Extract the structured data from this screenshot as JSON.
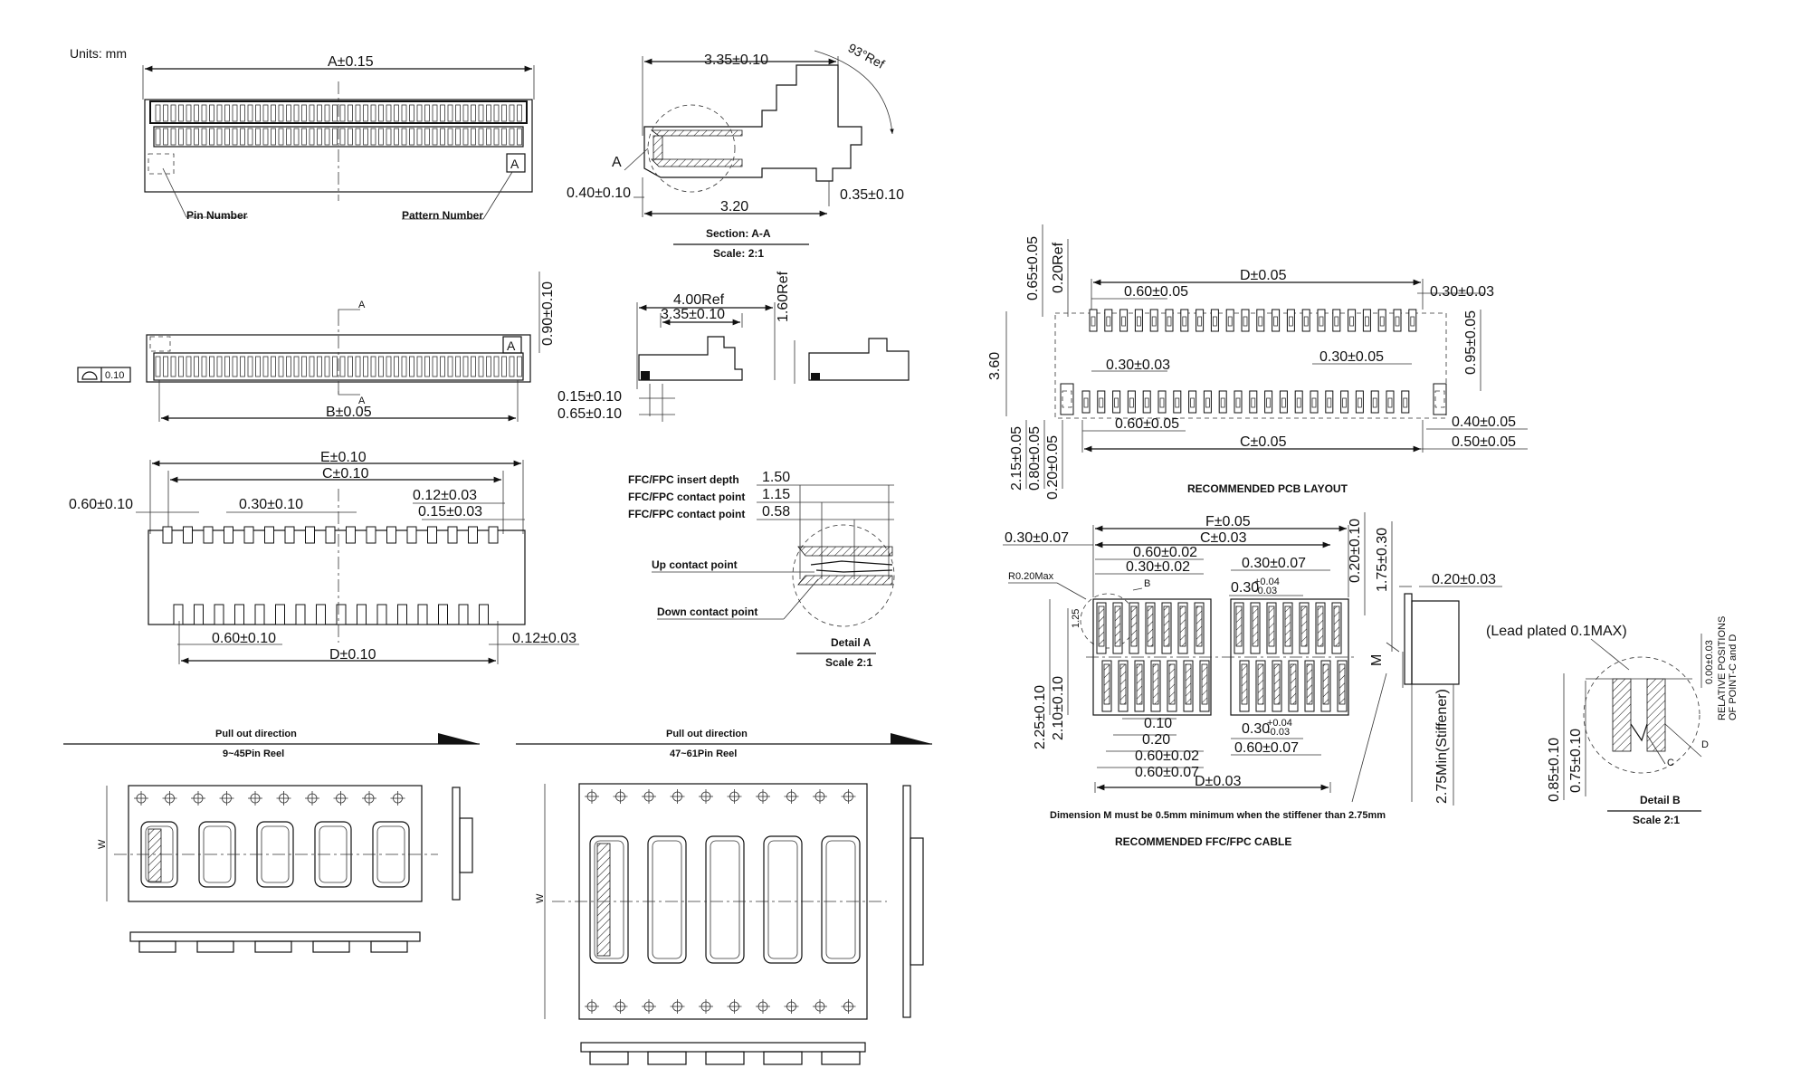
{
  "header": {
    "units": "Units: mm"
  },
  "front_view": {
    "dim_width": "A±0.15",
    "label_pin_number": "Pin Number",
    "label_pattern_number": "Pattern Number",
    "box_letter": "A"
  },
  "section_aa": {
    "dim_top": "3.35±0.10",
    "dim_angle": "93°Ref",
    "letter_a": "A",
    "dim_left": "0.40±0.10",
    "dim_right": "0.35±0.10",
    "dim_bottom": "3.20",
    "title": "Section: A-A",
    "scale": "Scale: 2:1"
  },
  "top_view": {
    "dim_height": "0.90±0.10",
    "section_mark_top": "A",
    "section_mark_bottom": "A",
    "box_letter": "A",
    "flatness": "0.10",
    "dim_width": "B±0.05"
  },
  "side_view": {
    "dim_ref": "4.00Ref",
    "dim_body": "3.35±0.10",
    "dim_height": "1.60Ref",
    "dim_a": "0.15±0.10",
    "dim_b": "0.65±0.10"
  },
  "bottom_view": {
    "dim_e": "E±0.10",
    "dim_c": "C±0.10",
    "dim_left": "0.60±0.10",
    "dim_pitch": "0.30±0.10",
    "dim_tab1": "0.12±0.03",
    "dim_tab2": "0.15±0.03",
    "dim_lower_pitch": "0.60±0.10",
    "dim_lower_tab": "0.12±0.03",
    "dim_d": "D±0.10"
  },
  "detail_a": {
    "label_insert": "FFC/FPC insert depth",
    "label_contact1": "FFC/FPC contact point",
    "label_contact2": "FFC/FPC contact point",
    "val_insert": "1.50",
    "val_contact1": "1.15",
    "val_contact2": "0.58",
    "label_up": "Up contact point",
    "label_down": "Down contact point",
    "title": "Detail A",
    "scale": "Scale 2:1"
  },
  "reel_small": {
    "direction": "Pull out direction",
    "title": "9~45Pin Reel",
    "w_label": "W"
  },
  "reel_large": {
    "direction": "Pull out direction",
    "title": "47~61Pin Reel",
    "w_label": "W"
  },
  "pcb_layout": {
    "dim_065": "0.65±0.05",
    "dim_020ref": "0.20Ref",
    "dim_d": "D±0.05",
    "dim_030_top": "0.30±0.03",
    "dim_060_top": "0.60±0.05",
    "dim_095": "0.95±0.05",
    "dim_360": "3.60",
    "dim_030_mid_left": "0.30±0.03",
    "dim_030_mid_right": "0.30±0.05",
    "dim_215": "2.15±0.05",
    "dim_080": "0.80±0.05",
    "dim_020": "0.20±0.05",
    "dim_060_bottom": "0.60±0.05",
    "dim_040": "0.40±0.05",
    "dim_c": "C±0.05",
    "dim_050": "0.50±0.05",
    "title": "RECOMMENDED PCB LAYOUT"
  },
  "ffc_cable": {
    "dim_f": "F±0.05",
    "dim_030_left": "0.30±0.07",
    "dim_c": "C±0.03",
    "dim_060_top": "0.60±0.02",
    "dim_030_top": "0.30±0.02",
    "dim_030_right": "0.30±0.07",
    "dim_030_tol_main": "0.30",
    "dim_030_tol_up": "+0.04",
    "dim_030_tol_dn": "-0.03",
    "dim_020_vert": "0.20±0.10",
    "dim_175": "1.75±0.30",
    "dim_020_right": "0.20±0.03",
    "radius": "R0.20Max",
    "letter_b": "B",
    "dim_125": "1.25",
    "letter_m": "M",
    "dim_225": "2.25±0.10",
    "dim_210": "2.10±0.10",
    "dim_010": "0.10",
    "dim_020": "0.20",
    "dim_060_a": "0.60±0.02",
    "dim_060_b": "0.60±0.07",
    "dim_030_lower_main": "0.30",
    "dim_030_lower_up": "+0.04",
    "dim_030_lower_dn": "-0.03",
    "dim_060_c": "0.60±0.07",
    "dim_d": "D±0.03",
    "dim_275": "2.75Min(Stiffener)",
    "note": "Dimension M must be 0.5mm minimum when the stiffener than 2.75mm",
    "title": "RECOMMENDED FFC/FPC CABLE"
  },
  "detail_b": {
    "lead_note": "(Lead plated 0.1MAX)",
    "dim_000": "0.00±0.03",
    "relative_1": "RELATIVE POSITIONS",
    "relative_2": "OF POINT-C and D",
    "letter_d": "D",
    "letter_c": "C",
    "dim_085": "0.85±0.10",
    "dim_075": "0.75±0.10",
    "title": "Detail B",
    "scale": "Scale 2:1"
  }
}
